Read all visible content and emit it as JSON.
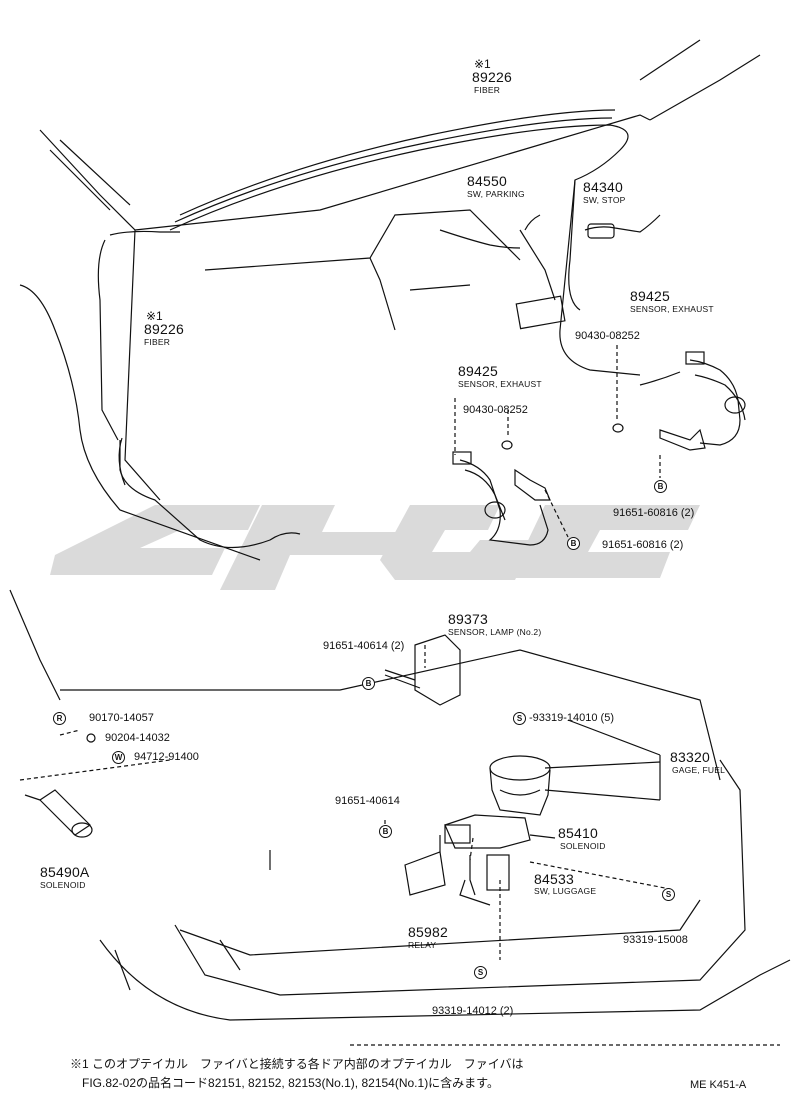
{
  "watermark": "ELGC",
  "parts": {
    "fiber_top": {
      "mark": "※1",
      "number": "89226",
      "desc": "FIBER"
    },
    "fiber_left": {
      "mark": "※1",
      "number": "89226",
      "desc": "FIBER"
    },
    "sw_parking": {
      "number": "84550",
      "desc": "SW, PARKING"
    },
    "sw_stop": {
      "number": "84340",
      "desc": "SW, STOP"
    },
    "sensor_exhaust_r": {
      "number": "89425",
      "desc": "SENSOR, EXHAUST"
    },
    "bolt_r": {
      "number": "90430-08252"
    },
    "sensor_exhaust_c": {
      "number": "89425",
      "desc": "SENSOR, EXHAUST"
    },
    "bolt_c": {
      "number": "90430-08252"
    },
    "nut_r": {
      "mark": "B",
      "number": "91651-60816 (2)"
    },
    "nut_c": {
      "mark": "B",
      "number": "91651-60816 (2)"
    },
    "sensor_lamp": {
      "number": "89373",
      "desc": "SENSOR, LAMP (No.2)"
    },
    "bolt_lamp": {
      "mark": "B",
      "number": "91651-40614 (2)"
    },
    "screw_gage": {
      "mark": "S",
      "number": "-93319-14010 (5)"
    },
    "gage_fuel": {
      "number": "83320",
      "desc": "GAGE, FUEL"
    },
    "nut_90170": {
      "mark": "R",
      "number": "90170-14057"
    },
    "washer_90204": {
      "number": "90204-14032"
    },
    "washer_94712": {
      "mark": "W",
      "number": "94712-91400"
    },
    "bolt_solenoid": {
      "mark": "B",
      "number": "91651-40614"
    },
    "solenoid_84": {
      "number": "85410",
      "desc": "SOLENOID"
    },
    "solenoid_85": {
      "number": "85490A",
      "desc": "SOLENOID"
    },
    "sw_luggage": {
      "number": "84533",
      "desc": "SW, LUGGAGE"
    },
    "relay": {
      "number": "85982",
      "desc": "RELAY"
    },
    "screw_15008": {
      "mark": "S",
      "number": "93319-15008"
    },
    "screw_14012": {
      "mark": "S",
      "number": "93319-14012 (2)"
    }
  },
  "footnote": {
    "line1": "※1 このオプテイカル　ファイバと接続する各ドア内部のオプテイカル　ファイバは",
    "line2": "FIG.82-02の品名コード82151, 82152, 82153(No.1), 82154(No.1)に含みます。"
  },
  "figure_code": "ME K451-A"
}
